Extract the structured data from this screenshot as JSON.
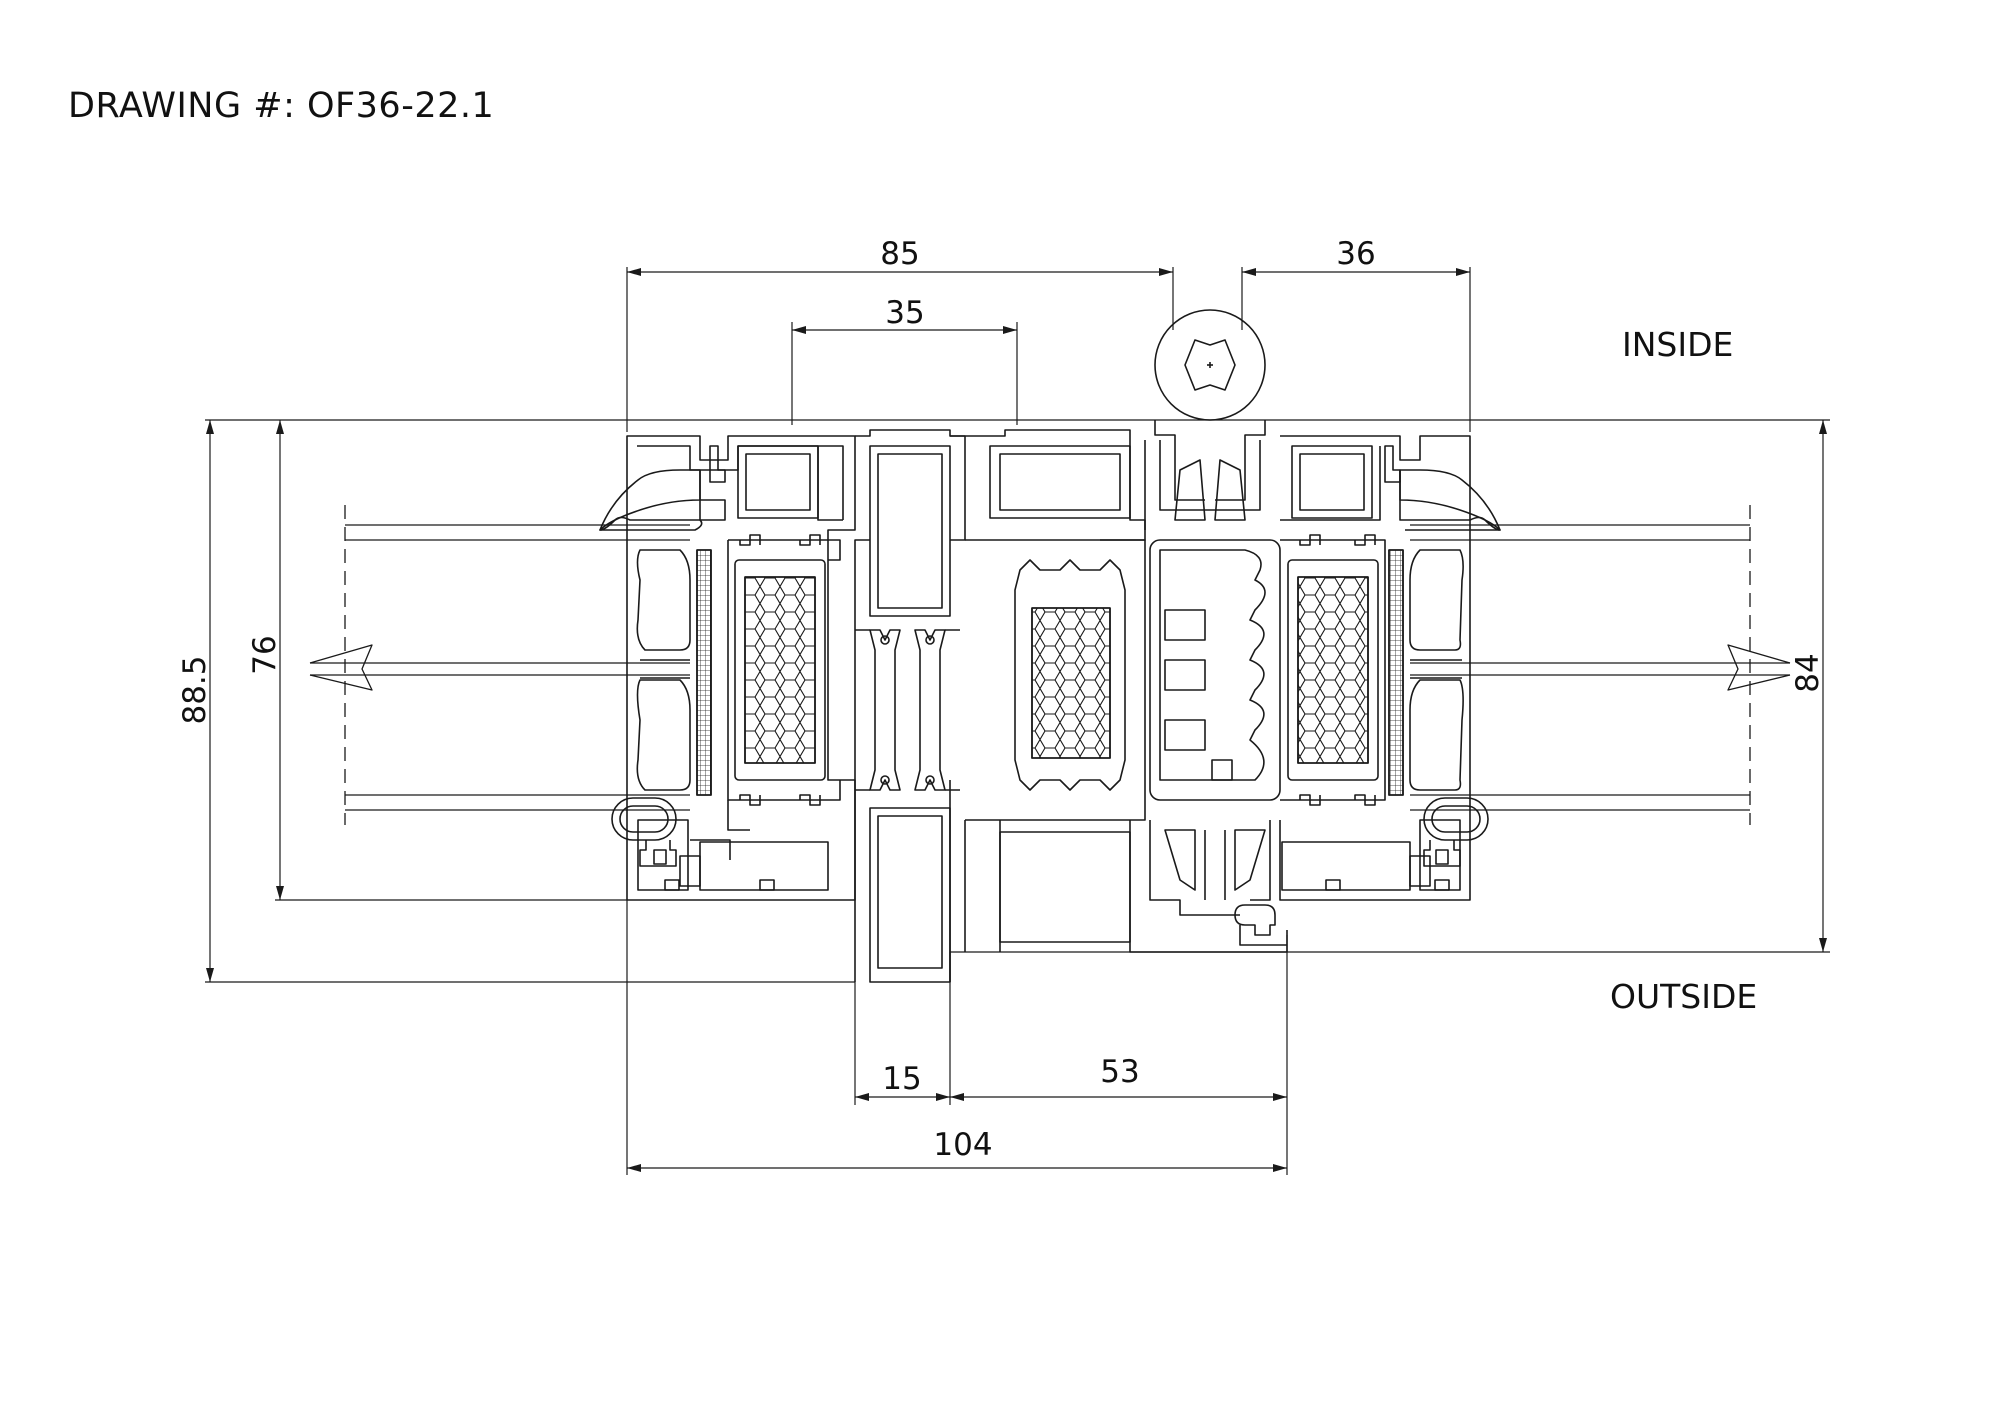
{
  "drawing": {
    "title": "DRAWING #: OF36-22.1",
    "labels": {
      "inside": "INSIDE",
      "outside": "OUTSIDE"
    },
    "dimensions": {
      "top_85": "85",
      "top_35": "35",
      "top_36": "36",
      "left_88_5": "88.5",
      "left_76": "76",
      "right_84": "84",
      "bottom_15": "15",
      "bottom_53": "53",
      "bottom_104": "104"
    },
    "colors": {
      "line": "#1a1a1a",
      "background": "#ffffff"
    }
  }
}
